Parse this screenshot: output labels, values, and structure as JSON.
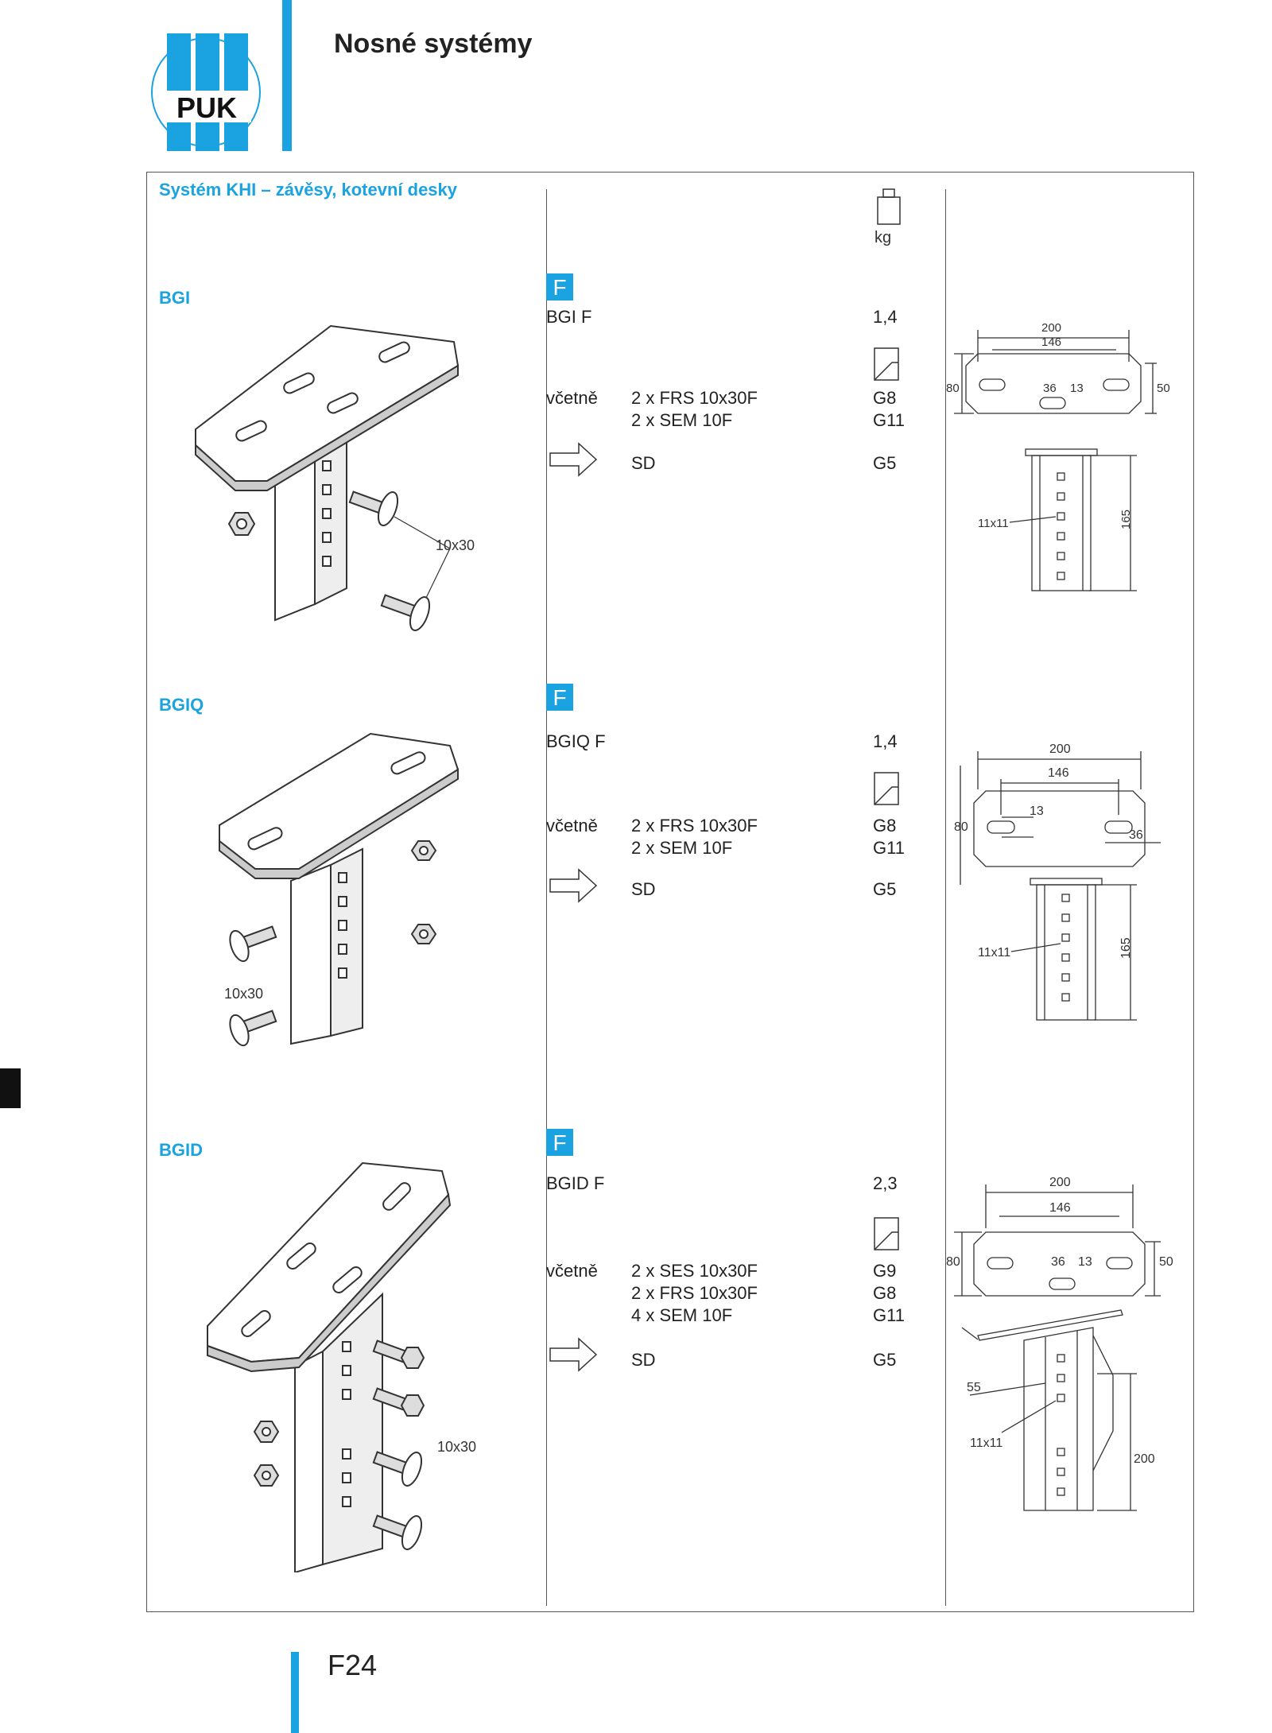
{
  "header": {
    "logo_text": "PUK",
    "title": "Nosné systémy"
  },
  "section_title": "Systém KHI – závěsy, kotevní desky",
  "weight_unit": "kg",
  "badge": "F",
  "products": [
    {
      "name": "BGI",
      "code": "BGI F",
      "weight": "1,4",
      "includes_label": "včetně",
      "includes": [
        {
          "text": "2 x FRS 10x30F",
          "ref": "G8"
        },
        {
          "text": "2 x SEM 10F",
          "ref": "G11"
        }
      ],
      "sd_label": "SD",
      "sd_ref": "G5",
      "bolt_label": "10x30",
      "dims": {
        "w": "200",
        "slot": "146",
        "h": "80",
        "right": "50",
        "a": "36",
        "b": "13",
        "hole": "11x11",
        "len": "165"
      }
    },
    {
      "name": "BGIQ",
      "code": "BGIQ F",
      "weight": "1,4",
      "includes_label": "včetně",
      "includes": [
        {
          "text": "2 x FRS 10x30F",
          "ref": "G8"
        },
        {
          "text": "2 x SEM 10F",
          "ref": "G11"
        }
      ],
      "sd_label": "SD",
      "sd_ref": "G5",
      "bolt_label": "10x30",
      "dims": {
        "w": "200",
        "slot": "146",
        "h": "80",
        "b": "13",
        "a": "36",
        "hole": "11x11",
        "len": "165"
      }
    },
    {
      "name": "BGID",
      "code": "BGID F",
      "weight": "2,3",
      "includes_label": "včetně",
      "includes": [
        {
          "text": "2 x SES 10x30F",
          "ref": "G9"
        },
        {
          "text": "2 x FRS 10x30F",
          "ref": "G8"
        },
        {
          "text": "4 x SEM 10F",
          "ref": "G11"
        }
      ],
      "sd_label": "SD",
      "sd_ref": "G5",
      "bolt_label": "10x30",
      "dims": {
        "w": "200",
        "slot": "146",
        "h": "80",
        "right": "50",
        "a": "36",
        "b": "13",
        "angle": "55",
        "hole": "11x11",
        "len": "200"
      }
    }
  ],
  "page_number": "F24"
}
